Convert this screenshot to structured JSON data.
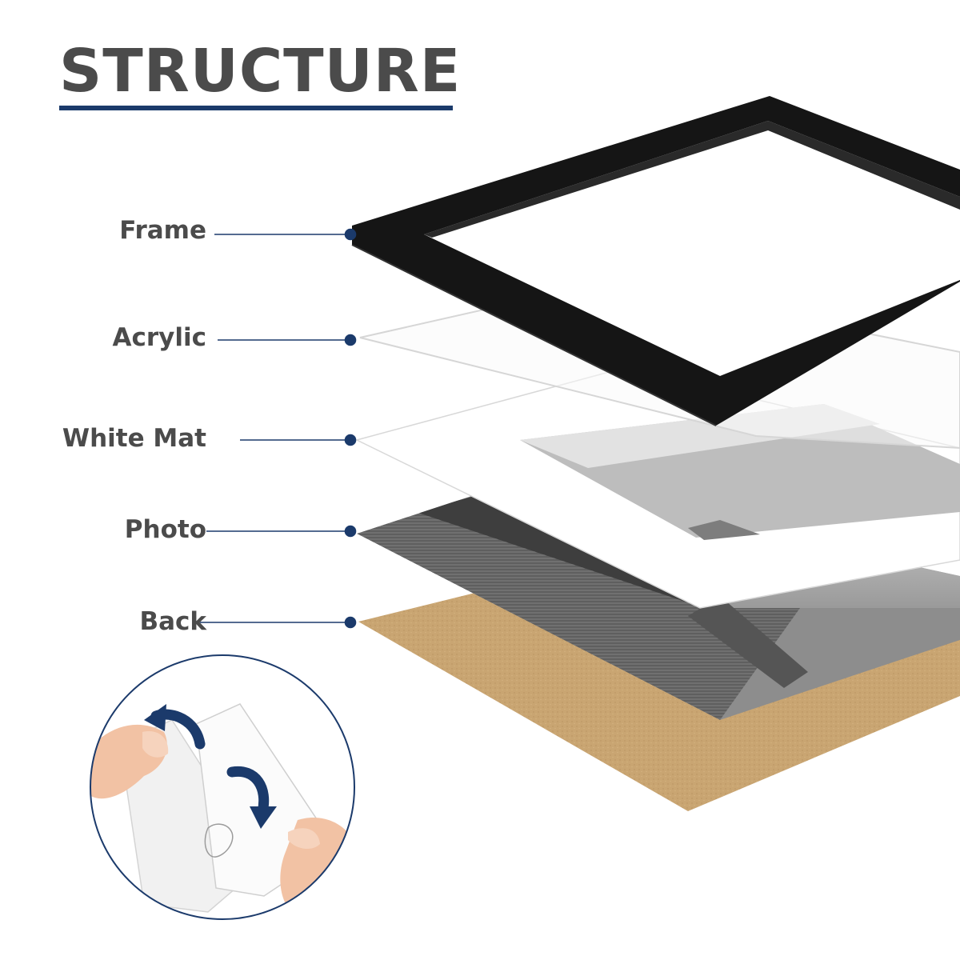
{
  "title": "STRUCTURE",
  "accent_color": "#1b3a6b",
  "text_color": "#4b4b4b",
  "layers": [
    {
      "label": "Frame"
    },
    {
      "label": "Acrylic"
    },
    {
      "label": "White Mat"
    },
    {
      "label": "Photo"
    },
    {
      "label": "Back"
    }
  ],
  "inset": {
    "arrow_icons": [
      "curved-arrow-left-icon",
      "curved-arrow-down-icon"
    ]
  }
}
